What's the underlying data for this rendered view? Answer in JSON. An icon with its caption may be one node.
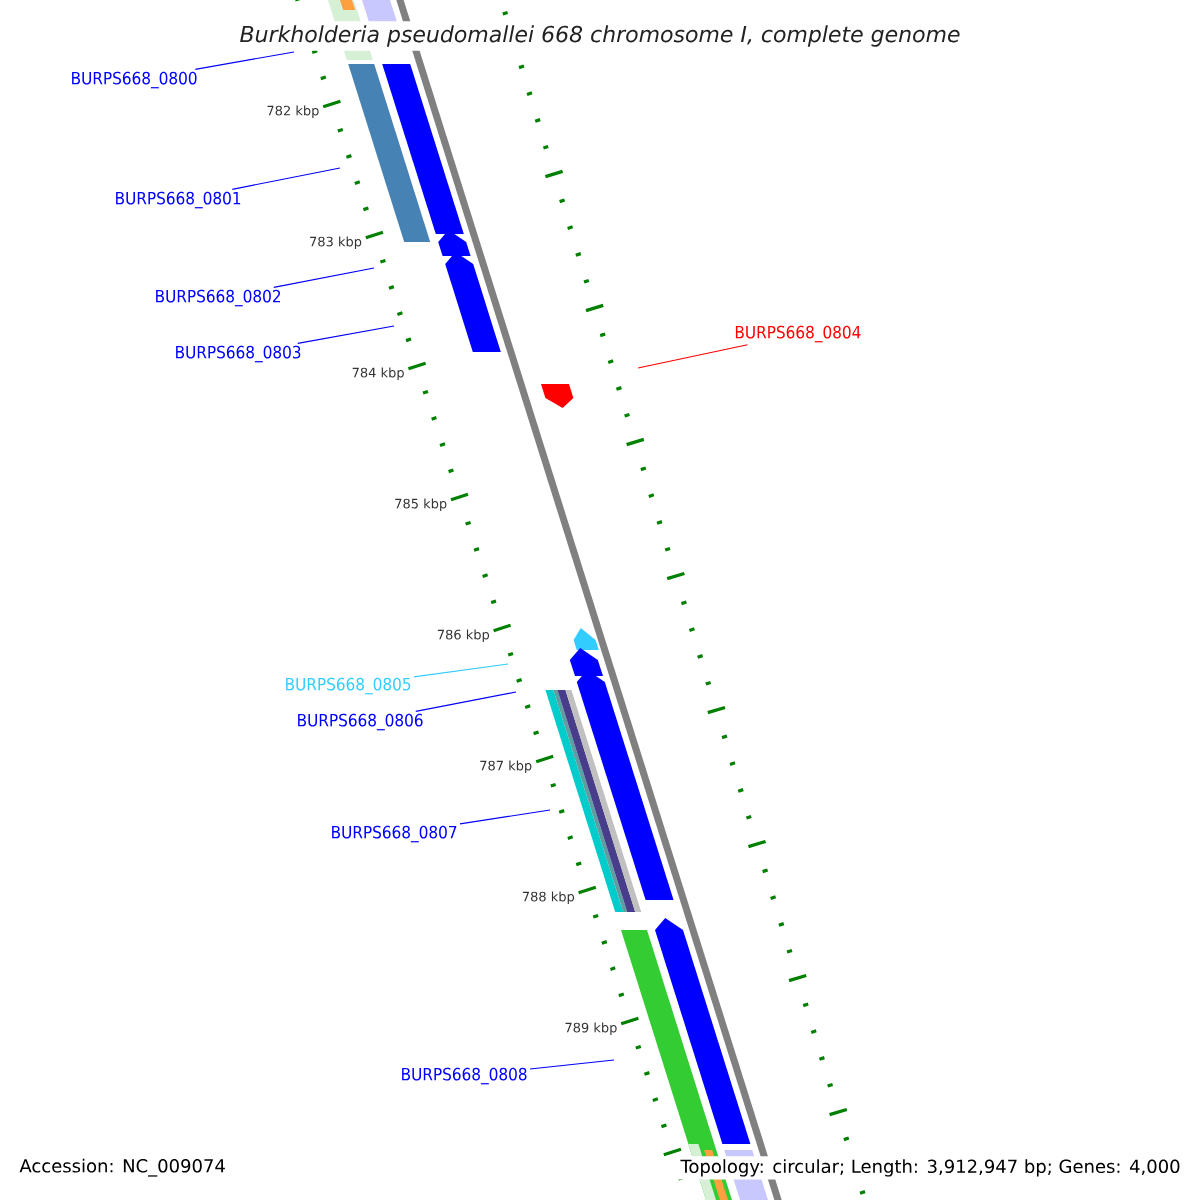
{
  "diagram": {
    "title": "Burkholderia pseudomallei 668 chromosome I, complete genome",
    "nodes": [
      {
        "text": [
          "BURPS668_0800"
        ]
      },
      {
        "text": [
          "BURPS668_0801"
        ]
      },
      {
        "text": [
          "BURPS668_0802"
        ]
      },
      {
        "text": [
          "BURPS668_0803"
        ]
      },
      {
        "text": [
          "BURPS668_0804"
        ]
      },
      {
        "text": [
          "BURPS668_0805"
        ]
      },
      {
        "text": [
          "BURPS668_0806"
        ]
      },
      {
        "text": [
          "BURPS668_0807"
        ]
      },
      {
        "text": [
          "BURPS668_0808"
        ]
      }
    ],
    "edges": [
      {
        "from": 0,
        "to": null,
        "arrow": "none"
      },
      {
        "from": 1,
        "to": null,
        "arrow": "none"
      },
      {
        "from": 2,
        "to": null,
        "arrow": "none"
      },
      {
        "from": 3,
        "to": null,
        "arrow": "none"
      },
      {
        "from": 4,
        "to": null,
        "arrow": "none",
        "color": "#ff0000"
      },
      {
        "from": 5,
        "to": null,
        "arrow": "none",
        "color": "#33ccff"
      },
      {
        "from": 6,
        "to": null,
        "arrow": "none"
      },
      {
        "from": 7,
        "to": null,
        "arrow": "none"
      },
      {
        "from": 8,
        "to": null,
        "arrow": "none"
      }
    ],
    "labels": [
      "782 kbp",
      "783 kbp",
      "784 kbp",
      "785 kbp",
      "786 kbp",
      "787 kbp",
      "788 kbp",
      "789 kbp",
      "Accession: NC_009074",
      "Topology: circular; Length: 3,912,947 bp; Genes: 4,000"
    ]
  }
}
